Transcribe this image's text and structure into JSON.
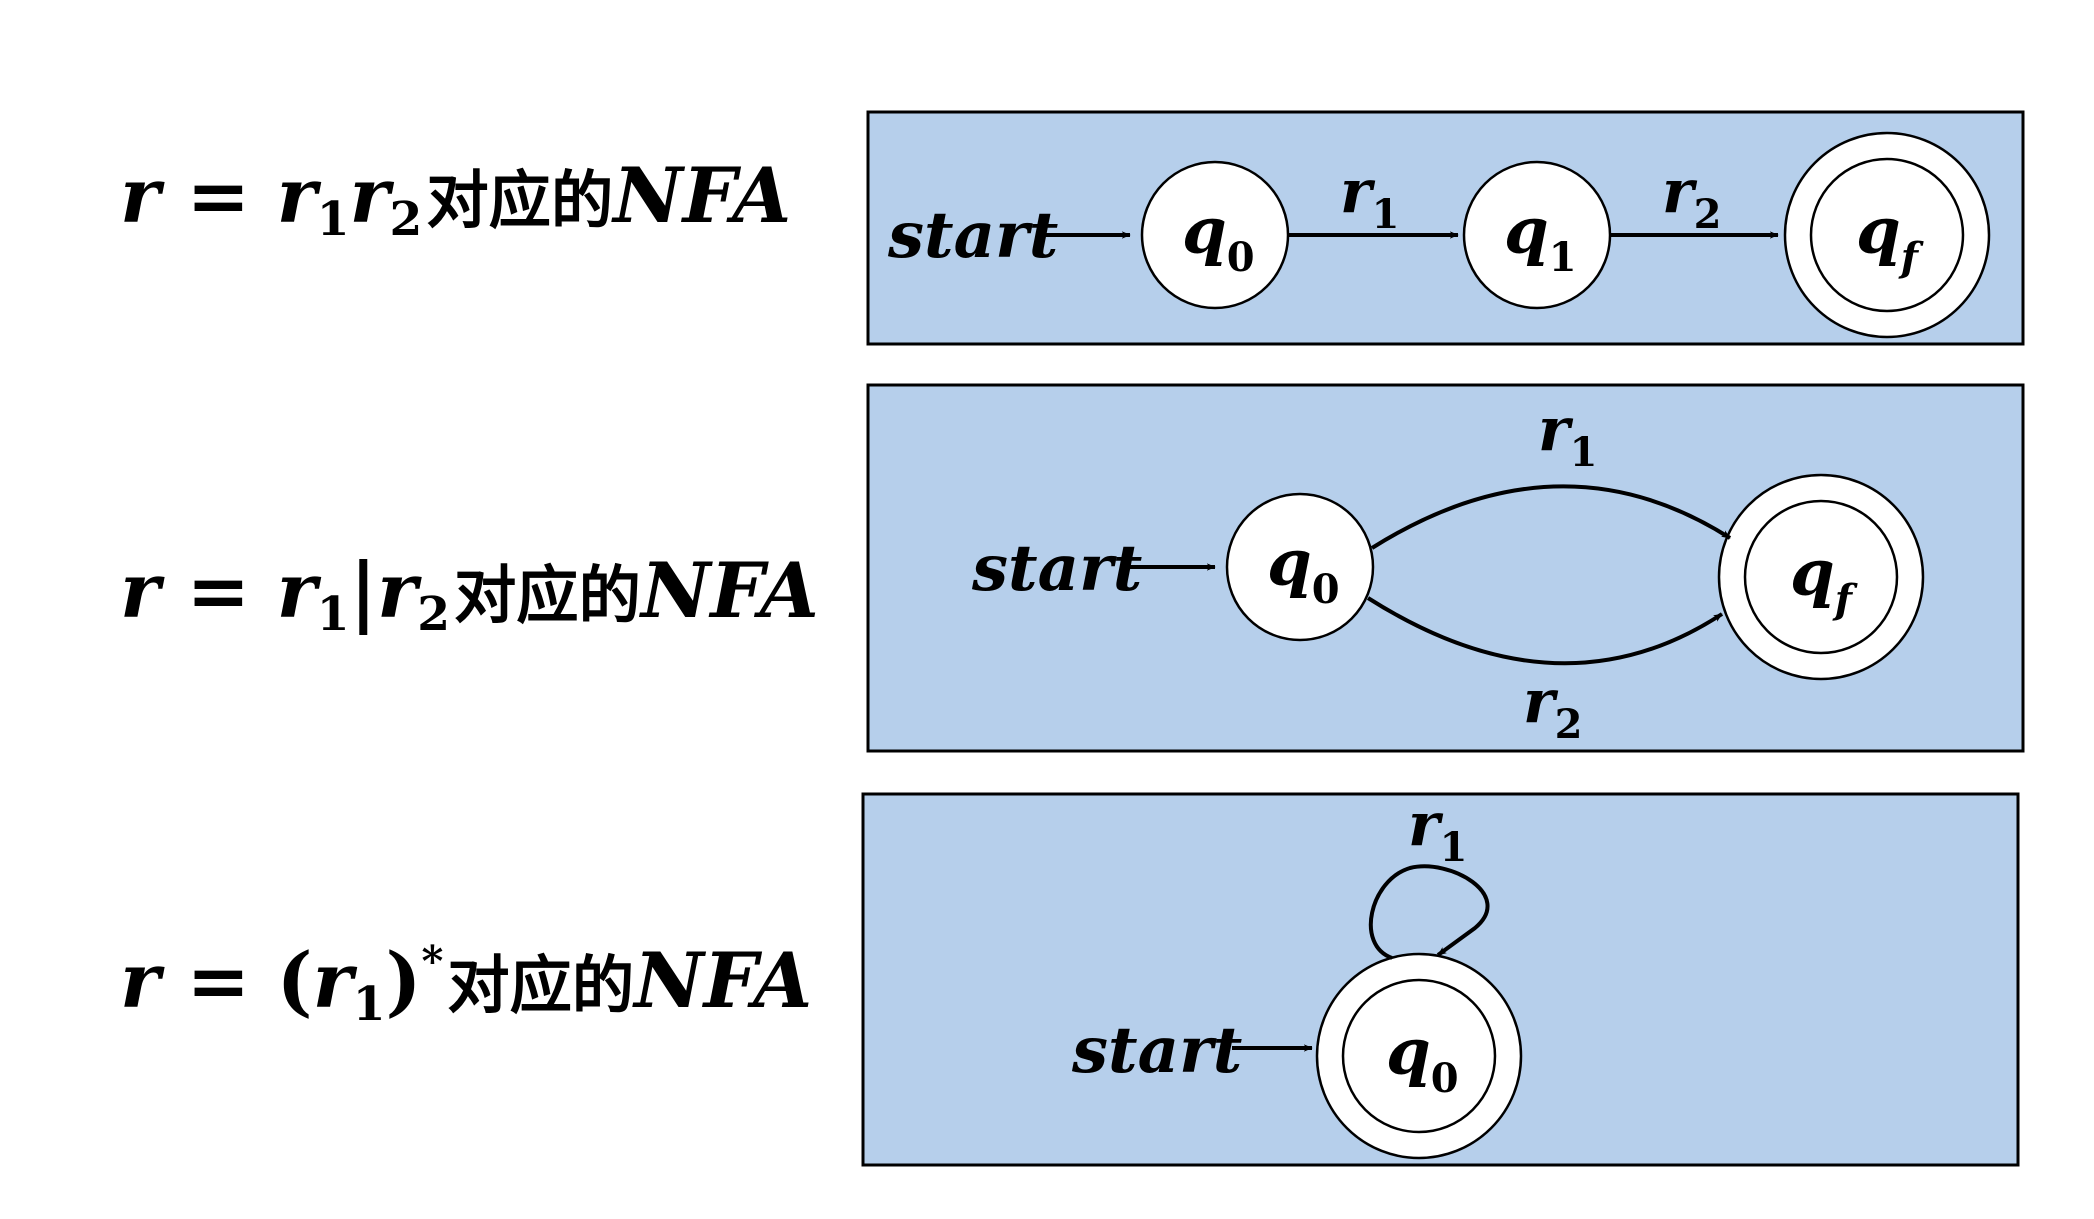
{
  "rows": [
    {
      "label": {
        "lhs": "r",
        "eq": "=",
        "r1": "r",
        "s1": "1",
        "r2": "r",
        "s2": "2",
        "suffix": "对应的",
        "nfa": "NFA"
      },
      "start": "start",
      "states": [
        {
          "name": "q",
          "sub": "0",
          "final": false
        },
        {
          "name": "q",
          "sub": "1",
          "final": false
        },
        {
          "name": "q",
          "sub": "f",
          "final": true
        }
      ],
      "edges": [
        {
          "from": 0,
          "to": 1,
          "sym": "r",
          "sub": "1"
        },
        {
          "from": 1,
          "to": 2,
          "sym": "r",
          "sub": "2"
        }
      ]
    },
    {
      "label": {
        "lhs": "r",
        "eq": "=",
        "r1": "r",
        "s1": "1",
        "bar": "|",
        "r2": "r",
        "s2": "2",
        "suffix": "对应的",
        "nfa": "NFA"
      },
      "start": "start",
      "states": [
        {
          "name": "q",
          "sub": "0",
          "final": false
        },
        {
          "name": "q",
          "sub": "f",
          "final": true
        }
      ],
      "edges": [
        {
          "from": 0,
          "to": 1,
          "sym": "r",
          "sub": "1"
        },
        {
          "from": 0,
          "to": 1,
          "sym": "r",
          "sub": "2"
        }
      ]
    },
    {
      "label": {
        "lhs": "r",
        "eq": "=",
        "open": "(",
        "r1": "r",
        "s1": "1",
        "close": ")",
        "star": "*",
        "suffix": "对应的",
        "nfa": "NFA"
      },
      "start": "start",
      "states": [
        {
          "name": "q",
          "sub": "0",
          "final": true
        }
      ],
      "edges": [
        {
          "from": 0,
          "to": 0,
          "sym": "r",
          "sub": "1"
        }
      ]
    }
  ],
  "colors": {
    "panel": "#b6cfeb",
    "state": "#ffffff",
    "stroke": "#000000"
  }
}
